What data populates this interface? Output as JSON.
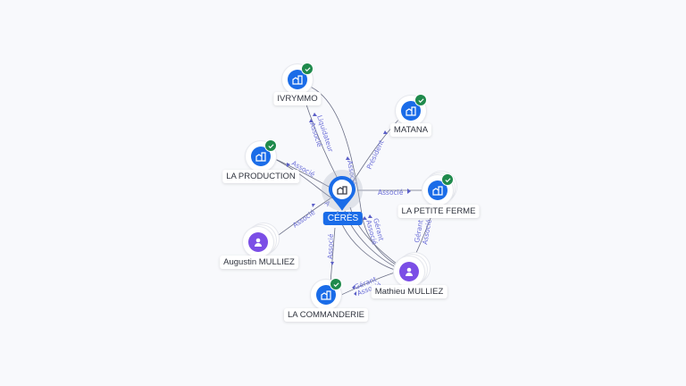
{
  "center": {
    "name": "CÉRÈS",
    "type": "company",
    "verified": true
  },
  "nodes": [
    {
      "id": "ivrymmo",
      "name": "IVRYMMO",
      "type": "company",
      "verified": true
    },
    {
      "id": "matana",
      "name": "MATANA",
      "type": "company",
      "verified": true
    },
    {
      "id": "la-production",
      "name": "LA PRODUCTION",
      "type": "company",
      "verified": true
    },
    {
      "id": "la-petite-ferme",
      "name": "LA PETITE FERME",
      "type": "company",
      "verified": true
    },
    {
      "id": "augustin-mulliez",
      "name": "Augustin MULLIEZ",
      "type": "person",
      "verified": false
    },
    {
      "id": "mathieu-mulliez",
      "name": "Mathieu MULLIEZ",
      "type": "person",
      "verified": false
    },
    {
      "id": "la-commanderie",
      "name": "LA COMMANDERIE",
      "type": "company",
      "verified": true
    }
  ],
  "edges": [
    {
      "from": "ivrymmo",
      "to": "center",
      "labels": [
        "Liquidateur",
        "Associé"
      ]
    },
    {
      "from": "ivrymmo",
      "to": "mathieu-mulliez",
      "labels": [
        "Associé"
      ]
    },
    {
      "from": "matana",
      "to": "center",
      "labels": [
        "Président"
      ]
    },
    {
      "from": "la-production",
      "to": "center",
      "labels": [
        "Associé"
      ]
    },
    {
      "from": "la-petite-ferme",
      "to": "center",
      "labels": [
        "Associé"
      ]
    },
    {
      "from": "augustin-mulliez",
      "to": "center",
      "labels": [
        "Associé"
      ]
    },
    {
      "from": "la-production",
      "to": "mathieu-mulliez",
      "labels": [
        "A"
      ]
    },
    {
      "from": "center",
      "to": "mathieu-mulliez",
      "labels": [
        "Gérant",
        "Associé"
      ]
    },
    {
      "from": "la-petite-ferme",
      "to": "mathieu-mulliez",
      "labels": [
        "Gérant",
        "Associé"
      ]
    },
    {
      "from": "la-commanderie",
      "to": "center",
      "labels": [
        "Associé"
      ]
    },
    {
      "from": "la-commanderie",
      "to": "mathieu-mulliez",
      "labels": [
        "Gérant",
        "Associé"
      ]
    }
  ],
  "colors": {
    "company": "#1a6ce8",
    "person": "#7b4ee6",
    "verified": "#1f8a4c",
    "edge_label": "#6c6fd8",
    "background": "#f8f9fc"
  }
}
